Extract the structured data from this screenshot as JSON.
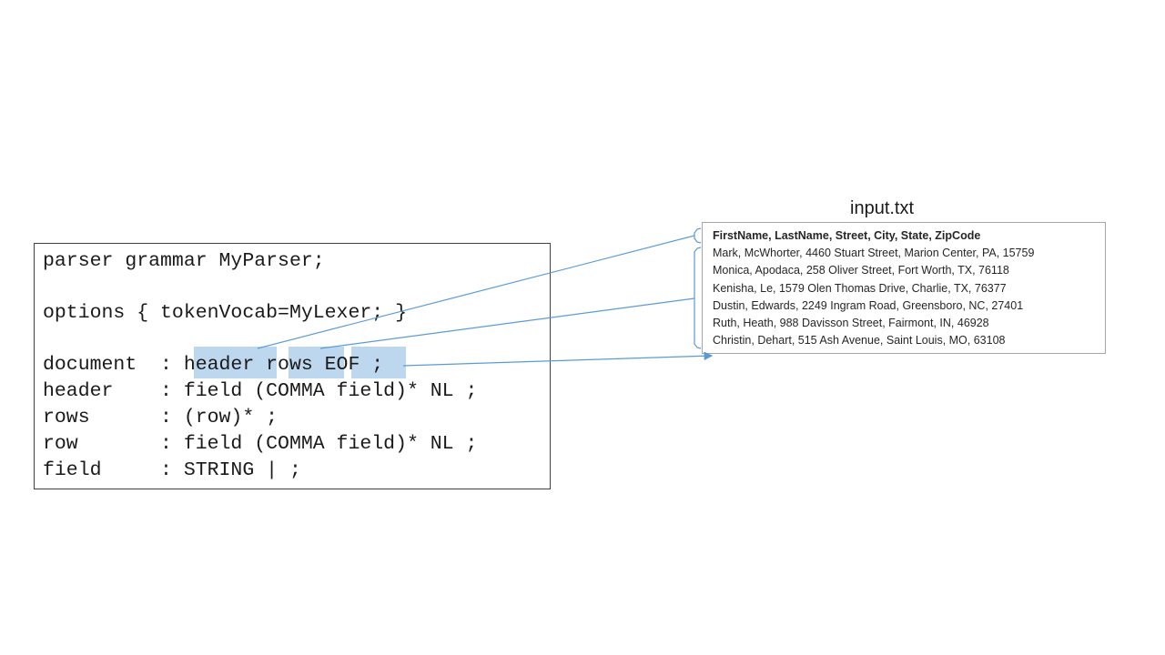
{
  "grammar": {
    "lines": [
      "parser grammar MyParser;",
      "",
      "options { tokenVocab=MyLexer; }",
      "",
      "document  : header rows EOF ;",
      "header    : field (COMMA field)* NL ;",
      "rows      : (row)* ;",
      "row       : field (COMMA field)* NL ;",
      "field     : STRING | ;"
    ],
    "highlighted_tokens": [
      "header",
      "rows",
      "EOF"
    ]
  },
  "input_file": {
    "title": "input.txt",
    "header_line": "FirstName, LastName, Street, City, State, ZipCode",
    "rows": [
      "Mark, McWhorter, 4460 Stuart Street, Marion Center, PA, 15759",
      "Monica, Apodaca, 258 Oliver Street, Fort Worth, TX, 76118",
      "Kenisha, Le, 1579 Olen Thomas Drive, Charlie, TX, 76377",
      "Dustin, Edwards, 2249 Ingram Road, Greensboro, NC, 27401",
      "Ruth, Heath, 988 Davisson Street, Fairmont, IN, 46928",
      "Christin, Dehart, 515 Ash Avenue, Saint Louis, MO, 63108"
    ]
  },
  "colors": {
    "highlight": "#bdd7ee",
    "arrow": "#5b9bd5",
    "box_border": "#404040"
  }
}
